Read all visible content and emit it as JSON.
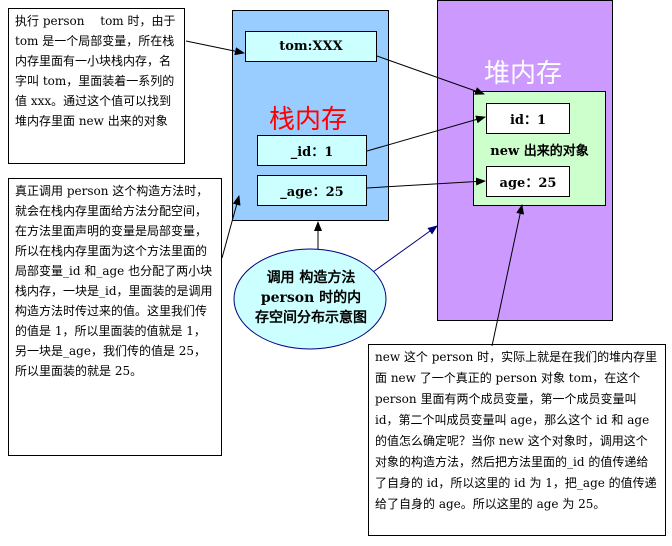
{
  "note_top_left": "执行 person　 tom 时，由于 tom 是一个局部变量，所在栈内存里面有一小块栈内存，名字叫 tom，里面装着一系列的值 xxx。通过这个值可以找到堆内存里面 new 出来的对象",
  "note_left": "真正调用 person 这个构造方法时，就会在栈内存里面给方法分配空间，在方法里面声明的变量是局部变量，所以在栈内存里面为这个方法里面的局部变量_id 和_age 也分配了两小块栈内存，一块是_id，里面装的是调用构造方法时传过来的值。这里我们传的值是 1，所以里面装的值就是 1，另一块是_age，我们传的值是 25，所以里面装的就是 25。",
  "note_bottom_right": "new 这个 person 时，实际上就是在我们的堆内存里面 new 了一个真正的 person 对象 tom，在这个 person 里面有两个成员变量，第一个成员变量叫 id，第二个叫成员变量叫 age，那么这个 id 和 age 的值怎么确定呢？当你 new 这个对象时，调用这个对象的构造方法，然后把方法里面的_id 的值传递给了自身的 id，所以这里的 id 为 1，把_age 的值传递给了自身的 age。所以这里的 age 为 25。",
  "stack": {
    "title": "栈内存",
    "tom_cell": "tom:XXX",
    "id_cell": "_id：1",
    "age_cell": "_age：25"
  },
  "heap": {
    "title": "堆内存",
    "object_label": "new 出来的对象",
    "id_cell": "id：1",
    "age_cell": "age：25"
  },
  "ellipse_caption": "调用 构造方法 person 时的内存空间分布示意图",
  "colors": {
    "stack": "#99ccff",
    "heap": "#cc99ff",
    "object": "#ccffcc",
    "ellipse": "#ccffff",
    "stack_title": "#ff0000",
    "heap_title": "#ffffff"
  }
}
